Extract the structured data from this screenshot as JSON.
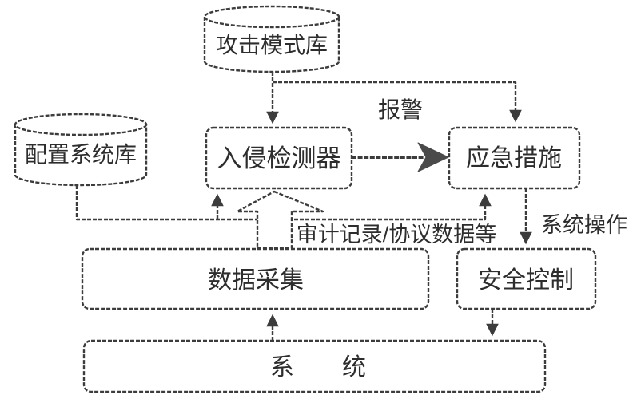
{
  "diagram": {
    "colors": {
      "line": "#3c3c3c",
      "text": "#2d2d2d",
      "arrow_fill": "#4a4a4a",
      "background": "#ffffff"
    },
    "nodes": {
      "attack_pattern_db": {
        "label": "攻击模式库",
        "shape": "cylinder"
      },
      "config_system_db": {
        "label": "配置系统库",
        "shape": "cylinder"
      },
      "intrusion_detector": {
        "label": "入侵检测器",
        "shape": "rounded-box"
      },
      "emergency_measures": {
        "label": "应急措施",
        "shape": "rounded-box"
      },
      "data_collection": {
        "label": "数据采集",
        "shape": "rounded-box"
      },
      "security_control": {
        "label": "安全控制",
        "shape": "rounded-box"
      },
      "system": {
        "label": "系　　统",
        "shape": "rounded-box"
      }
    },
    "edges": [
      {
        "from": "attack_pattern_db",
        "to": "intrusion_detector",
        "style": "arrow",
        "label": ""
      },
      {
        "from": "attack_pattern_db",
        "to": "emergency_measures",
        "style": "arrow",
        "label": "报警"
      },
      {
        "from": "intrusion_detector",
        "to": "emergency_measures",
        "style": "thick-filled-arrow",
        "label": ""
      },
      {
        "from": "config_system_db",
        "to": "intrusion_detector",
        "style": "arrow",
        "label": ""
      },
      {
        "from": "config_system_db",
        "to": "emergency_measures",
        "style": "arrow",
        "label": ""
      },
      {
        "from": "data_collection",
        "to": "intrusion_detector",
        "style": "hollow-block-arrow",
        "label": "审计记录/协议数据等"
      },
      {
        "from": "emergency_measures",
        "to": "security_control",
        "style": "arrow",
        "label": "系统操作"
      },
      {
        "from": "system",
        "to": "data_collection",
        "style": "arrow",
        "label": ""
      },
      {
        "from": "security_control",
        "to": "system",
        "style": "arrow",
        "label": ""
      }
    ]
  }
}
